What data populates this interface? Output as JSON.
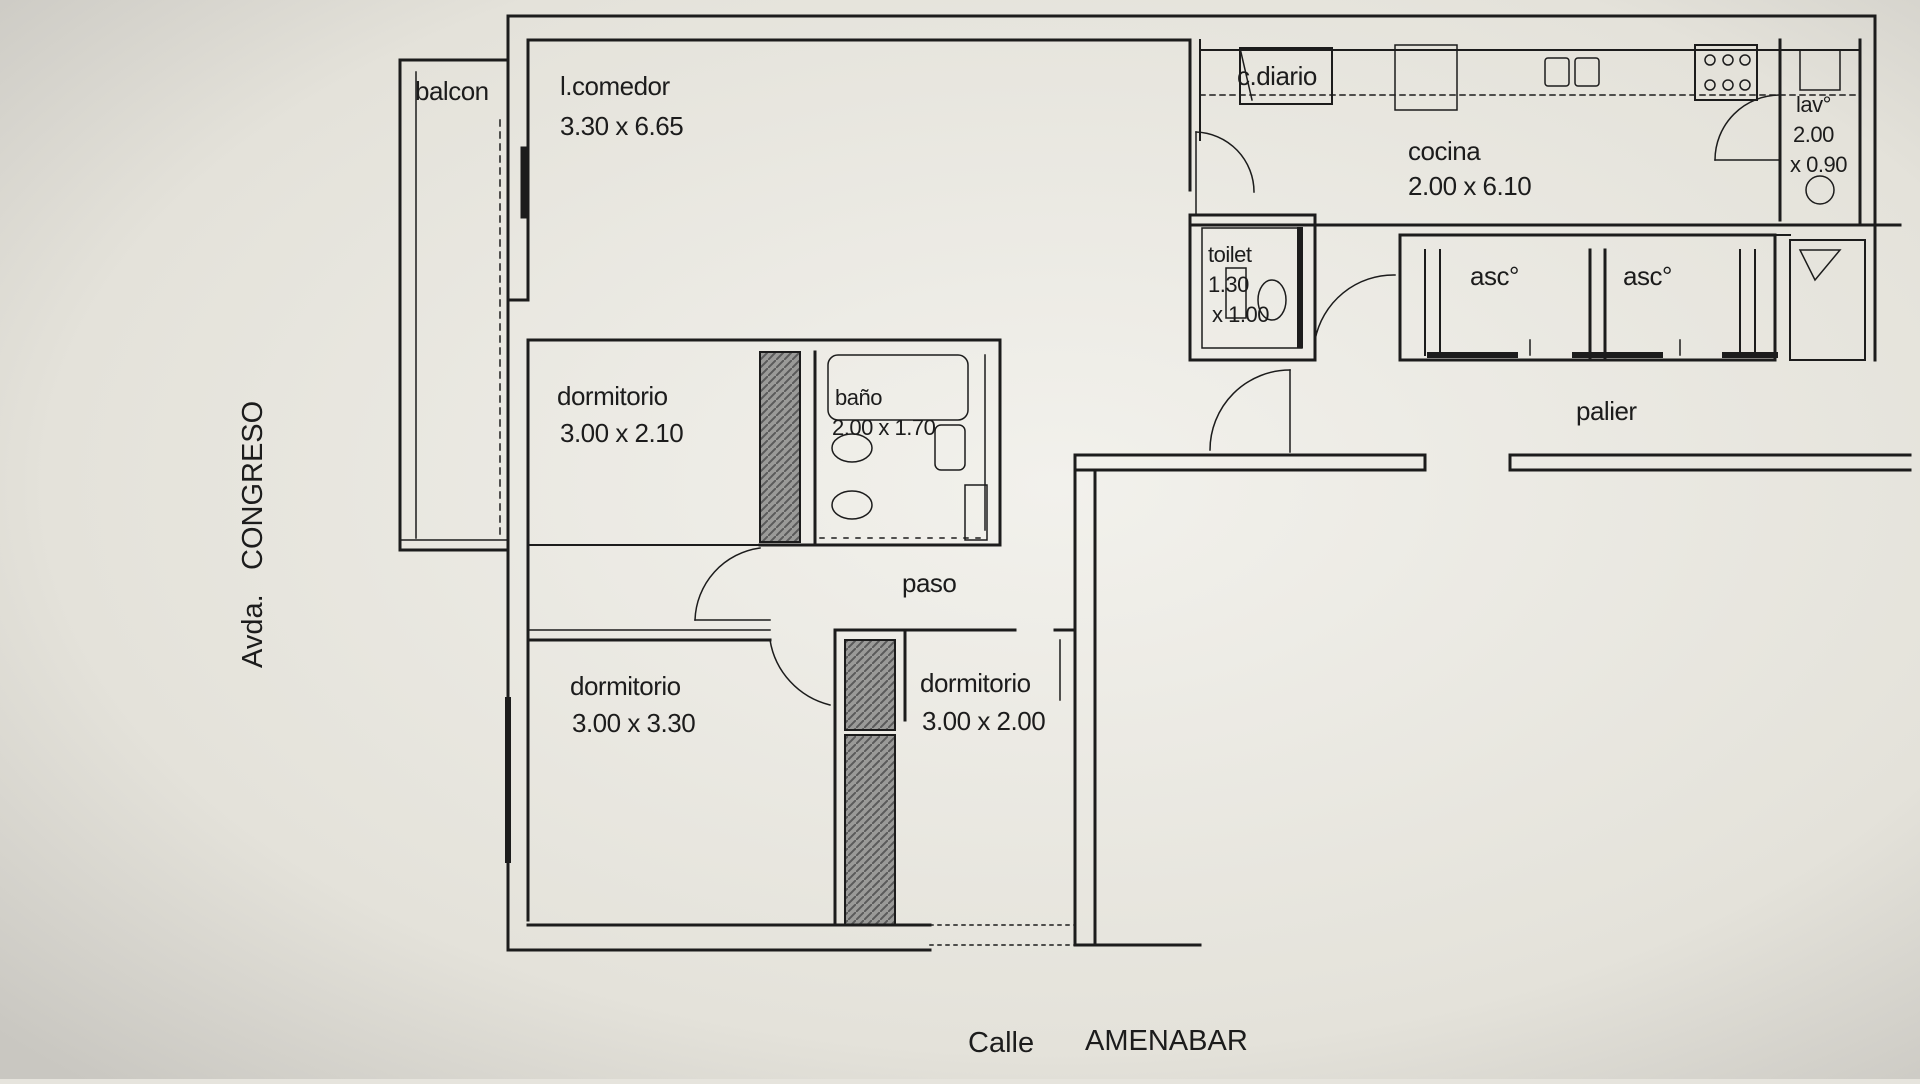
{
  "rooms": {
    "balcon": "balcon",
    "comedor_name": "l.comedor",
    "comedor_dim": "3.30 x 6.65",
    "c_diario": "c.diario",
    "cocina_name": "cocina",
    "cocina_dim": "2.00 x 6.10",
    "lav_name": "lav°",
    "lav_dim_1": "2.00",
    "lav_dim_2": "x 0.90",
    "toilet_name": "toilet",
    "toilet_dim_1": "1.30",
    "toilet_dim_2": "x 1.00",
    "asc_1": "asc°",
    "asc_2": "asc°",
    "palier": "palier",
    "dorm1_name": "dormitorio",
    "dorm1_dim": "3.00 x 2.10",
    "bano_name": "baño",
    "bano_dim": "2.00 x 1.70",
    "paso": "paso",
    "dorm2_name": "dormitorio",
    "dorm2_dim": "3.00 x 3.30",
    "dorm3_name": "dormitorio",
    "dorm3_dim": "3.00 x 2.00"
  },
  "streets": {
    "side_prefix": "Avda.",
    "side_name": "CONGRESO",
    "bottom_prefix": "Calle",
    "bottom_name": "AMENABAR"
  },
  "colors": {
    "paper": "#e6e4dd",
    "line": "#1c1c1c",
    "hatch": "#5a5a5a"
  }
}
